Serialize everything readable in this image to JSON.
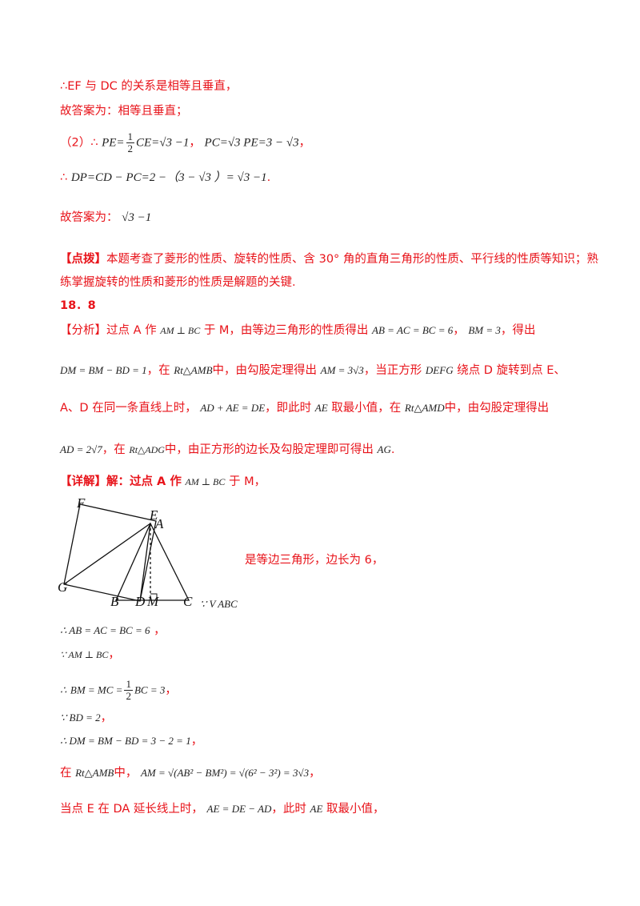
{
  "lines": {
    "l1": "∴EF 与 DC 的关系是相等且垂直，",
    "l2": "故答案为：相等且垂直；",
    "l3a": "（2）∴",
    "l3b": "PE=",
    "l3frac_num": "1",
    "l3frac_den": "2",
    "l3c": "CE=√3 −1",
    "l3d": "，",
    "l3e": "PC=√3 PE=3 − √3",
    "l3f": "，",
    "l4a": "∴",
    "l4b": "DP=CD − PC=2 −（3 − √3 ）= √3 −1",
    "l4c": ".",
    "l5a": "故答案为：",
    "l5b": "√3 −1",
    "l6a": "【点拨】",
    "l6b": "本题考查了菱形的性质、旋转的性质、含 30° 角的直角三角形的性质、平行线的性质等知识；熟",
    "l7": "练掌握旋转的性质和菱形的性质是解题的关键.",
    "l8": "18．8",
    "l9a": "【分析】过点 A 作",
    "l9b": "AM ⊥ BC",
    "l9c": "于 M，由等边三角形的性质得出",
    "l9d": "AB = AC = BC = 6",
    "l9e": "，",
    "l9f": "BM = 3",
    "l9g": "，得出",
    "l10a": "DM = BM − BD = 1",
    "l10b": "，在",
    "l10c": "Rt△AMB",
    "l10d": "中，由勾股定理得出",
    "l10e": "AM = 3√3",
    "l10f": "，当正方形",
    "l10g": "DEFG",
    "l10h": "绕点 D 旋转到点 E、",
    "l11a": "A、D 在同一条直线上时，",
    "l11b": "AD + AE = DE",
    "l11c": "，即此时",
    "l11d": "AE",
    "l11e": "取最小值，在",
    "l11f": "Rt△AMD",
    "l11g": "中，由勾股定理得出",
    "l12a": "AD = 2√7",
    "l12b": "，在",
    "l12c": "Rt△ADG",
    "l12d": "中，由正方形的边长及勾股定理即可得出",
    "l12e": "AG",
    "l12f": ".",
    "l13a": "【详解】解：过点 A 作",
    "l13b": "AM ⊥ BC",
    "l13c": "于 M，",
    "l14a": "是等边三角形，边长为 6，",
    "l14b": "∵ V ABC",
    "l15a": "∴ AB = AC = BC = 6",
    "l15b": "，",
    "l16a": "∵ AM ⊥ BC",
    "l16b": "，",
    "l17a": "∴",
    "l17b": "BM = MC =",
    "l17frac_num": "1",
    "l17frac_den": "2",
    "l17c": "BC = 3",
    "l17d": "，",
    "l18a": "∵ BD = 2",
    "l18b": "，",
    "l19a": "∴ DM = BM − BD = 3 − 2 = 1",
    "l19b": "，",
    "l20a": "在",
    "l20b": "Rt△AMB",
    "l20c": "中，",
    "l20d": "AM = √(AB² − BM²) = √(6² − 3²) = 3√3",
    "l20e": "，",
    "l21a": "当点 E 在 DA 延长线上时，",
    "l21b": "AE = DE − AD",
    "l21c": "，此时",
    "l21d": "AE",
    "l21e": "取最小值，"
  },
  "figure": {
    "labels": {
      "F": "F",
      "E": "E",
      "A": "A",
      "G": "G",
      "B": "B",
      "D": "D",
      "M": "M",
      "C": "C"
    }
  }
}
